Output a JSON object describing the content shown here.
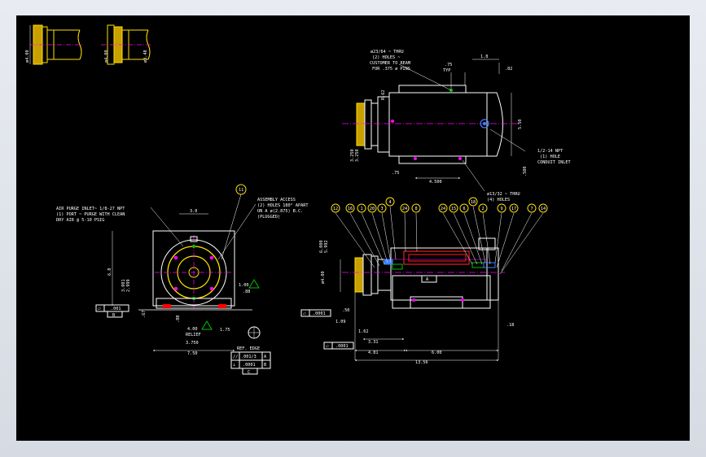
{
  "drawing": {
    "top_left": {
      "dia1": "ø4.00",
      "dia2": "ø4.00",
      "dia3": "ø3.48"
    },
    "top_view": {
      "note_thru": "ø23/64 ~ THRU",
      "note_holes": "(2) HOLES ~",
      "note_ream": "CUSTOMER TO REAM",
      "note_pins": "FOR .375 ø PINS",
      "dim_75typ": ".75",
      "dim_typ": "TYP",
      "dim_1_8": "1.8",
      "dim_82": ".82",
      "dim_r": "R.62",
      "dim_5_50": "5.50",
      "dim_left_a": "3.250",
      "dim_left_b": "3.250",
      "dim_75": ".75",
      "dim_4_500": "4.500",
      "dim_500": ".500",
      "npt1": "1/2-14 NPT",
      "npt2": "(1) HOLE",
      "npt3": "CONDUIT INLET",
      "thru1": "ø13/32 ~ THRU",
      "thru2": "(4) HOLES"
    },
    "left_view": {
      "air1": "AIR PURGE INLET~ 1/8-27 NPT",
      "air2": "(1) PORT ~ PURGE WITH CLEAN",
      "air3": "DRY AIR @ 5-10 PSIG",
      "acc1": "ASSEMBLY ACCESS",
      "acc2": "(2) HOLES 180° APART",
      "acc3": "ON A ø(2.875) B.C.",
      "acc4": "(PLUGGED)",
      "bubble": "11",
      "dim_3_0": "3.0",
      "dim_6_8": "6.8",
      "dim_3_001": "3.001",
      "dim_2_999": "2.999",
      "dim_67": ".67",
      "dim_88": ".88",
      "dim_4_00_relief": "4.00",
      "relief": "RELIEF",
      "dim_1_00": "1.00",
      "dim_88b": ".88",
      "dim_1_75": "1.75",
      "dim_3_750": "3.750",
      "dim_7_50": "7.50",
      "flat_val": ".001",
      "datum_b": "B",
      "ref_edge": "REF. EDGE",
      "fcf1_sym": "//",
      "fcf1_val": ".001/3",
      "fcf1_dat": "A",
      "fcf2_sym": "⊥",
      "fcf2_val": ".0001",
      "fcf2_dat": "B",
      "datum_c": "C"
    },
    "right_view": {
      "balloons": [
        "12",
        "16",
        "1",
        "20",
        "3",
        "4",
        "24",
        "8",
        "24",
        "15",
        "6",
        "18",
        "2",
        "9",
        "17",
        "7",
        "14"
      ],
      "dim_6000": "6.000",
      "dim_5992": "5.992",
      "dim_4_00": "ø4.00",
      "dim_50": ".50",
      "dim_1_09": "1.09",
      "dim_1_62": "1.62",
      "dim_3_31": "3.31",
      "dim_4_81": "4.81",
      "dim_6_00": "6.00",
      "dim_13_56": "13.56",
      "dim_18": ".18",
      "datum_a": "A",
      "fcfA_val": ".0001",
      "fcfB_val": ".0001"
    }
  }
}
